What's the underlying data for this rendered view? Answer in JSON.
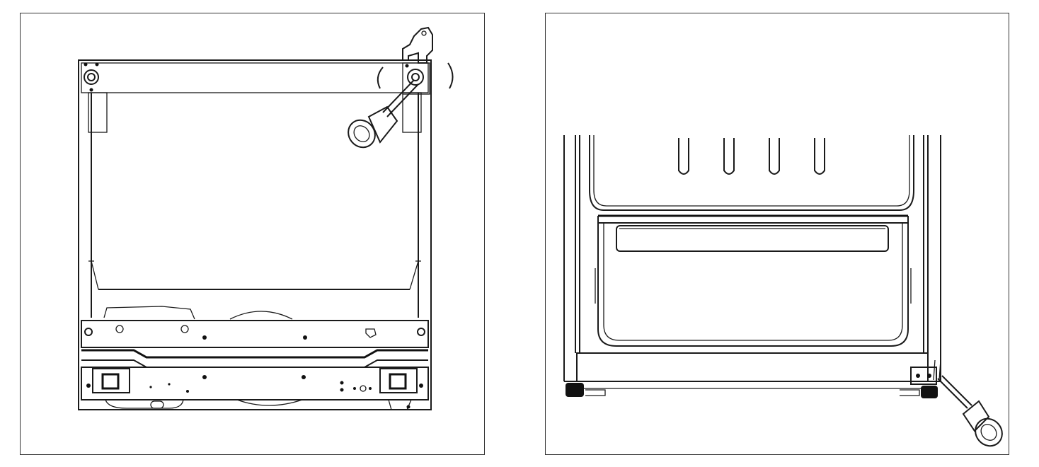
{
  "figure": {
    "panels": [
      {
        "id": "left",
        "subject": "refrigerator-rear-top-hinge-removal",
        "tool": "screwdriver-icon"
      },
      {
        "id": "right",
        "subject": "refrigerator-front-bottom-foot-adjustment",
        "tool": "screwdriver-icon"
      }
    ],
    "colors": {
      "line": "#1a1a1a",
      "background": "#ffffff",
      "frame": "#333333"
    }
  }
}
